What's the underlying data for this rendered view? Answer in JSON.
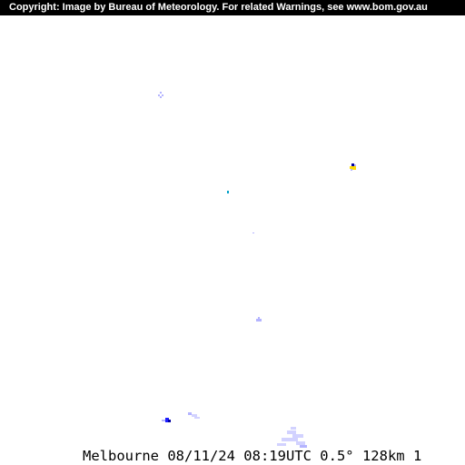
{
  "copyright": "Copyright: Image by Bureau of Meteorology. For related Warnings, see www.bom.gov.au",
  "caption": {
    "station": "Melbourne",
    "date": "08/11/24",
    "time": "08:19UTC",
    "elevation": "0.5°",
    "range": "128km",
    "frame": "1"
  },
  "caption_text": "Melbourne 08/11/24 08:19UTC 0.5° 128km 1",
  "colors": {
    "background": "#ffffff",
    "light_echo": "#b4b4ff",
    "faint_echo": "#d2d2ff",
    "blue_echo": "#1e1eff",
    "cyan_echo": "#00a0c8",
    "yellow_echo": "#ffdc00",
    "navy_echo": "#0000a0"
  }
}
